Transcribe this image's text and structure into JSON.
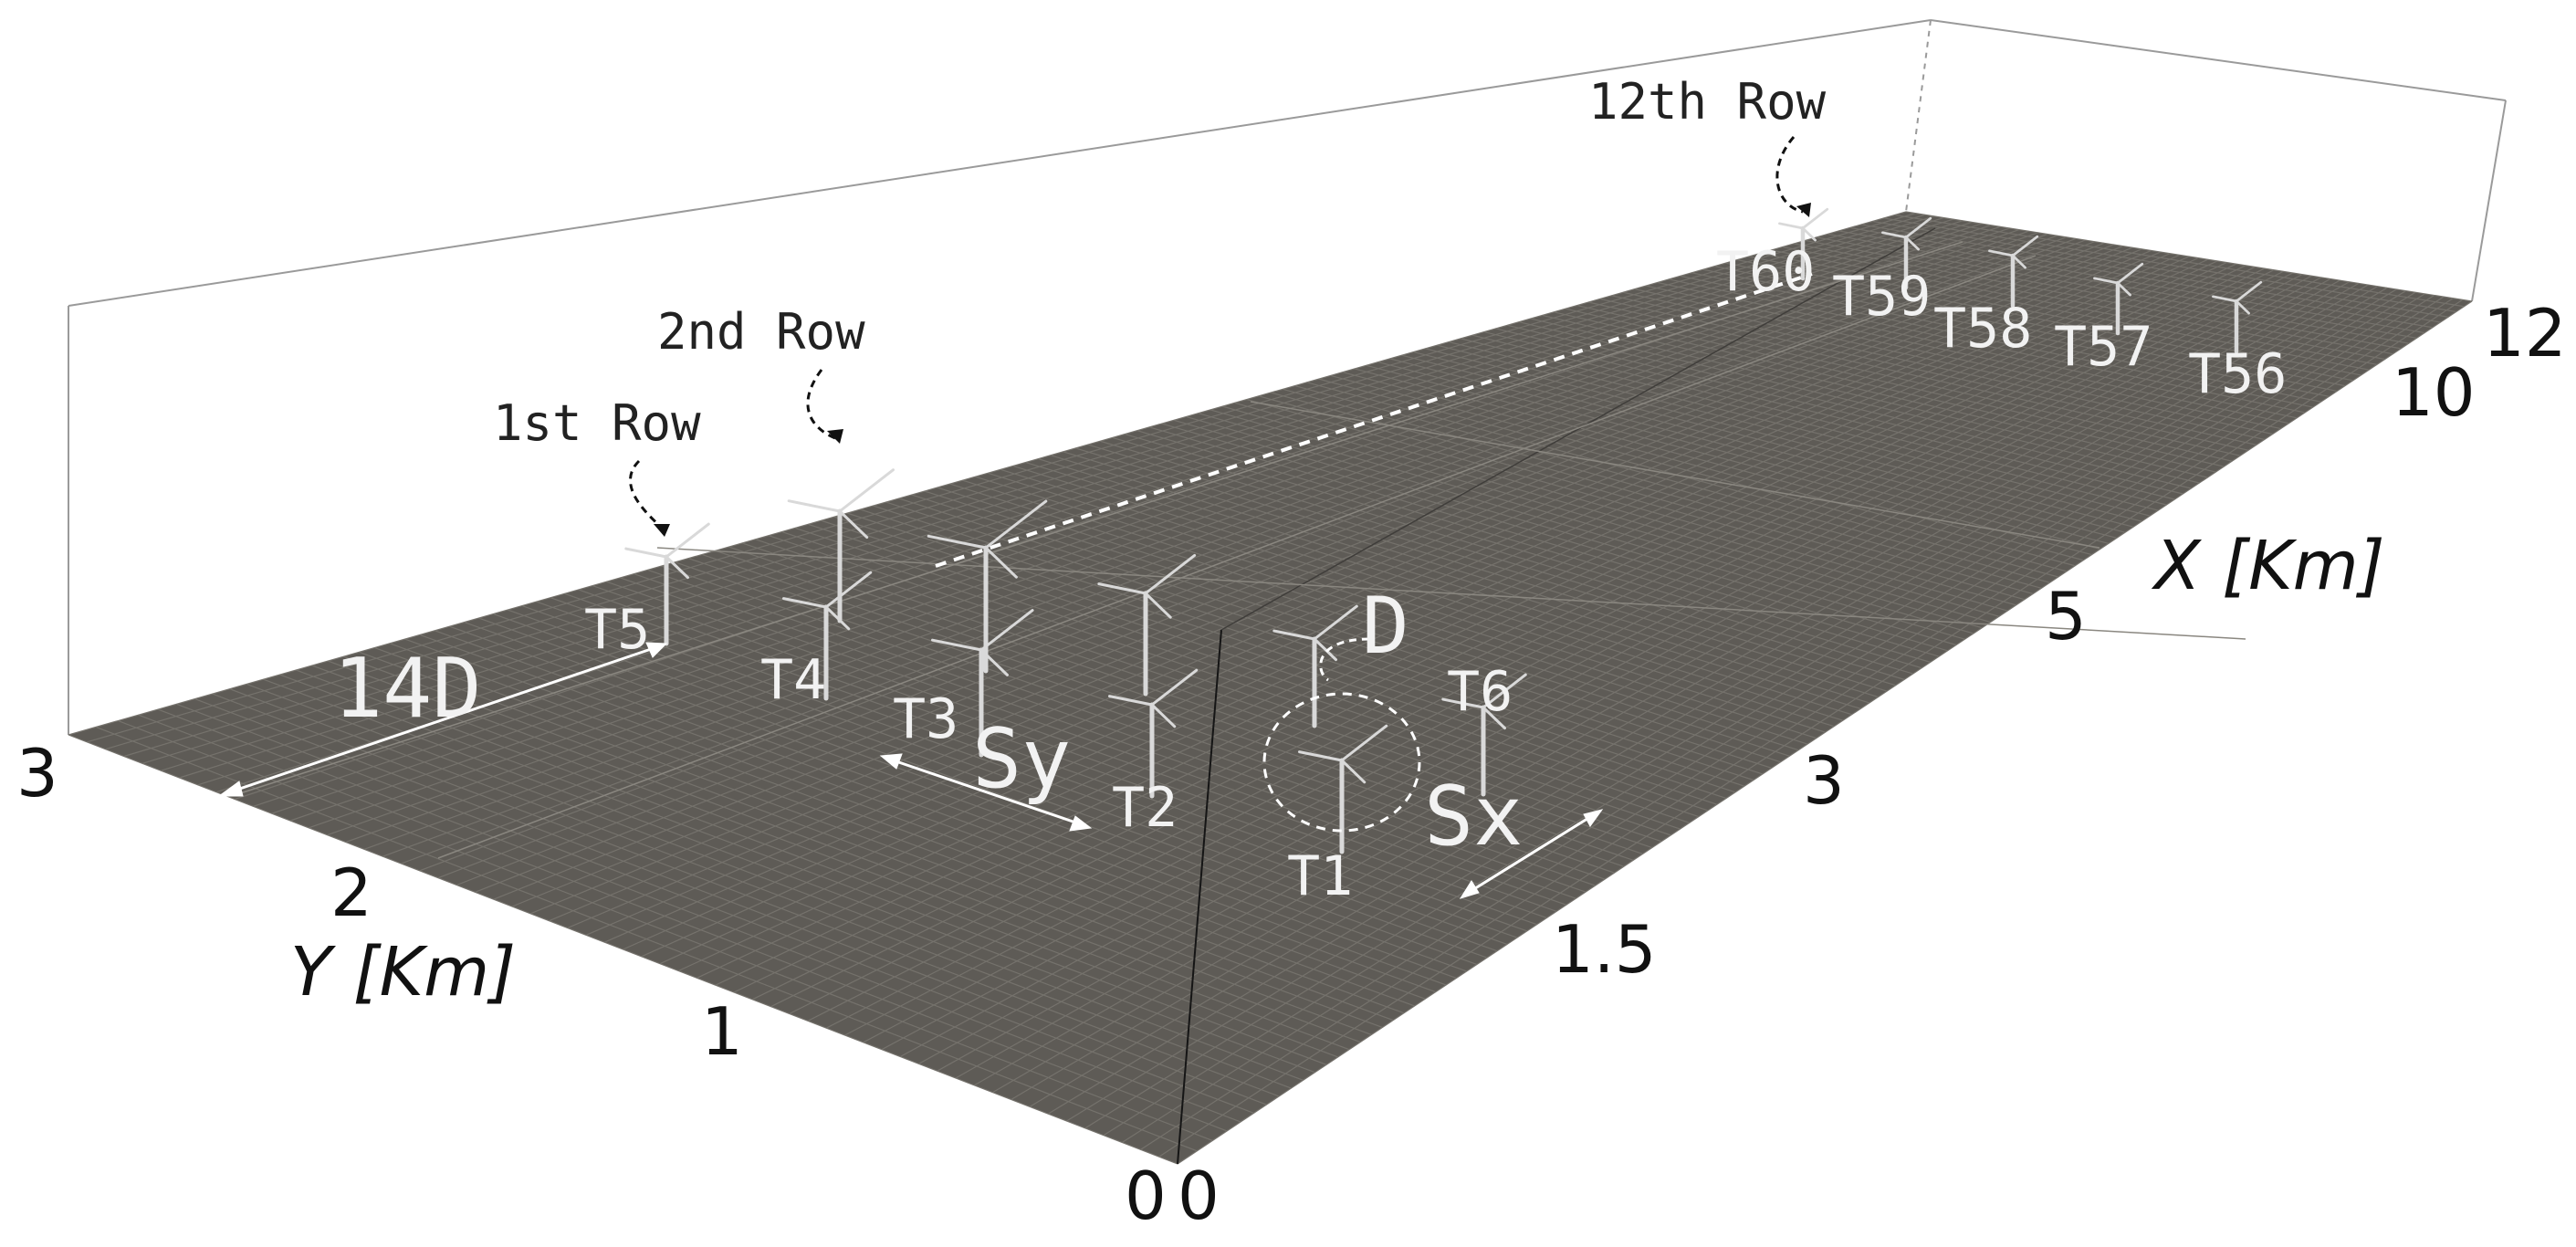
{
  "axes": {
    "x_axis_label": "X [Km]",
    "y_axis_label": "Y [Km]",
    "x_ticks": [
      "0",
      "1.5",
      "3",
      "5",
      "10",
      "12"
    ],
    "y_ticks": [
      "0",
      "1",
      "2",
      "3"
    ]
  },
  "row_labels": {
    "first": "1st Row",
    "second": "2nd Row",
    "twelfth": "12th Row"
  },
  "dimension_labels": {
    "fetch": "14D",
    "spacing_y": "Sy",
    "spacing_x": "Sx",
    "diameter": "D"
  },
  "turbine_labels": {
    "t1": "T1",
    "t2": "T2",
    "t3": "T3",
    "t4": "T4",
    "t5": "T5",
    "t6": "T6",
    "t56": "T56",
    "t57": "T57",
    "t58": "T58",
    "t59": "T59",
    "t60": "T60"
  },
  "colors": {
    "ground": "#5e5b56",
    "mesh_line": "#75726c",
    "turbine": "#d9d9d9",
    "domain_box": "#9a9a9a"
  }
}
